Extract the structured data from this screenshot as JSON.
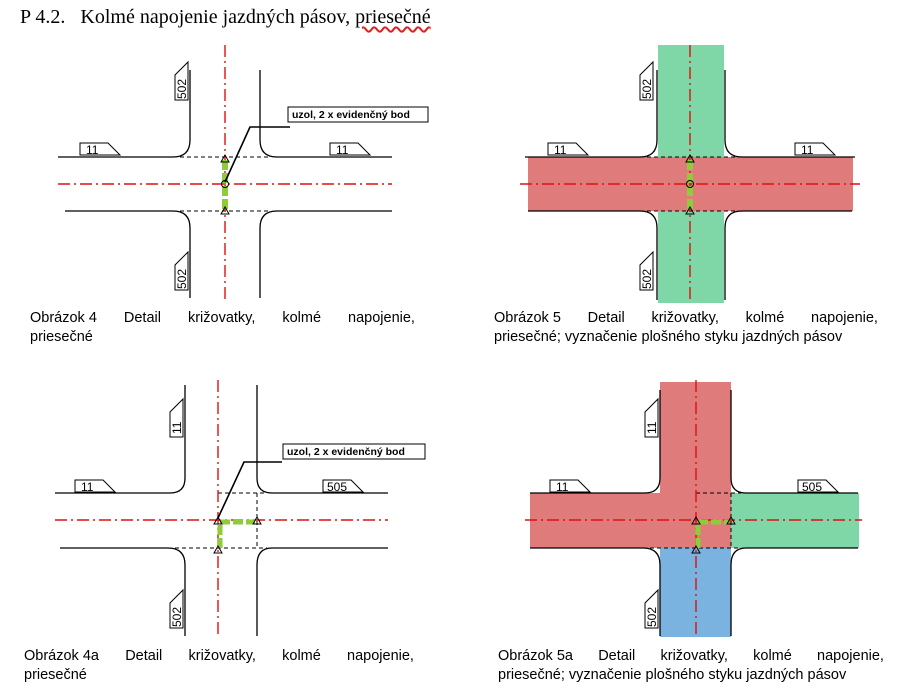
{
  "title": {
    "number": "P 4.2.",
    "text_main": "Kolmé napojenie jazdných pásov, ",
    "text_underlined": "priesečné"
  },
  "figures": [
    {
      "id": "fig4",
      "road_labels": [
        "502",
        "11",
        "11",
        "502"
      ],
      "callout": "uzol, 2 x evidenčný bod",
      "caption": {
        "label": "Obrázok 4",
        "line1_rest": [
          "Detail",
          "križovatky,",
          "kolmé",
          "napojenie,"
        ],
        "line2": "priesečné"
      }
    },
    {
      "id": "fig5",
      "road_labels": [
        "502",
        "11",
        "11",
        "502"
      ],
      "caption": {
        "label": "Obrázok 5",
        "line1_rest": [
          "Detail",
          "križovatky,",
          "kolmé",
          "napojenie,"
        ],
        "line2": "priesečné; vyznačenie plošného styku jazdných pásov"
      },
      "colors": {
        "horizontal": "#e07b7b",
        "vertical": "#7fd6a6"
      }
    },
    {
      "id": "fig4a",
      "road_labels": [
        "11",
        "11",
        "505",
        "502"
      ],
      "callout": "uzol, 2 x evidenčný bod",
      "caption": {
        "label": "Obrázok 4a",
        "line1_rest": [
          "Detail",
          "križovatky,",
          "kolmé",
          "napojenie,"
        ],
        "line2": "priesečné"
      }
    },
    {
      "id": "fig5a",
      "road_labels": [
        "11",
        "11",
        "505",
        "502"
      ],
      "caption": {
        "label": "Obrázok 5a",
        "line1_rest": [
          "Detail",
          "križovatky,",
          "kolmé",
          "napojenie,"
        ],
        "line2": "priesečné; vyznačenie plošného styku jazdných pásov"
      },
      "colors": {
        "red": "#e07b7b",
        "green": "#7fd6a6",
        "blue": "#7ab3df"
      }
    }
  ]
}
